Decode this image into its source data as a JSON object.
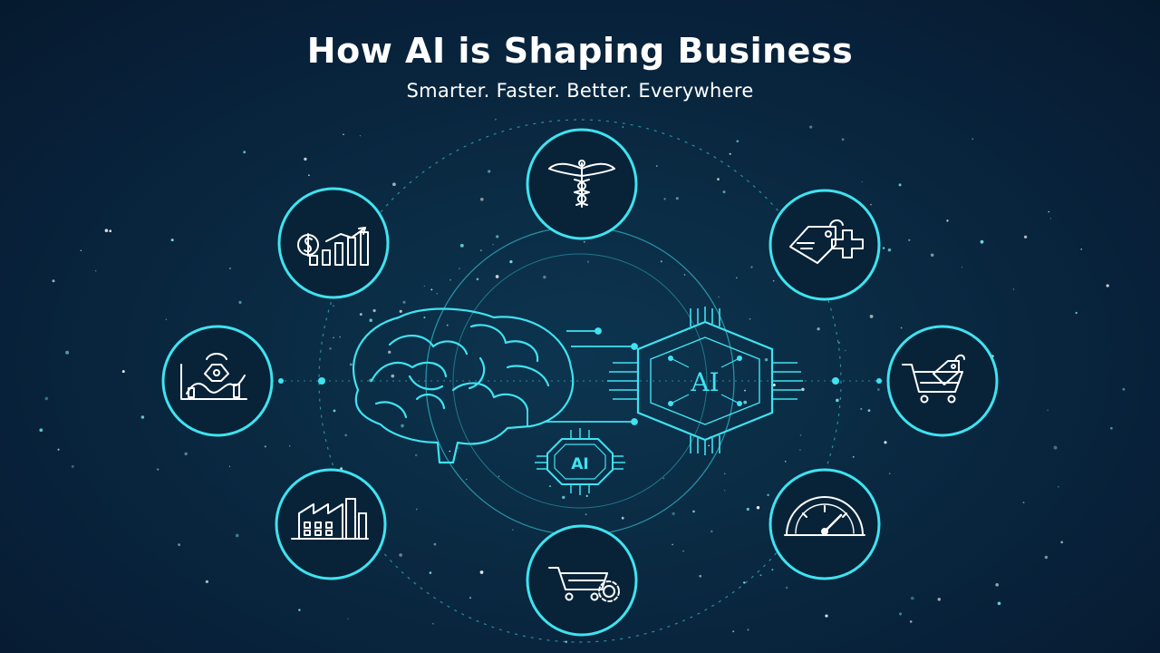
{
  "header": {
    "title": "How AI is Shaping Business",
    "subtitle": "Smarter. Faster. Better. Everywhere"
  },
  "center": {
    "chip_large_label": "AI",
    "chip_small_label": "AI"
  },
  "nodes": [
    {
      "icon": "healthcare-caduceus-icon"
    },
    {
      "icon": "price-tag-plus-icon"
    },
    {
      "icon": "shopping-cart-tag-icon"
    },
    {
      "icon": "speedometer-gauge-icon"
    },
    {
      "icon": "cart-gear-icon"
    },
    {
      "icon": "factory-icon"
    },
    {
      "icon": "analytics-chart-icon"
    },
    {
      "icon": "finance-dollar-growth-icon"
    }
  ],
  "colors": {
    "accent": "#3fe3f0",
    "background": "#0a2a42",
    "text": "#ffffff"
  }
}
